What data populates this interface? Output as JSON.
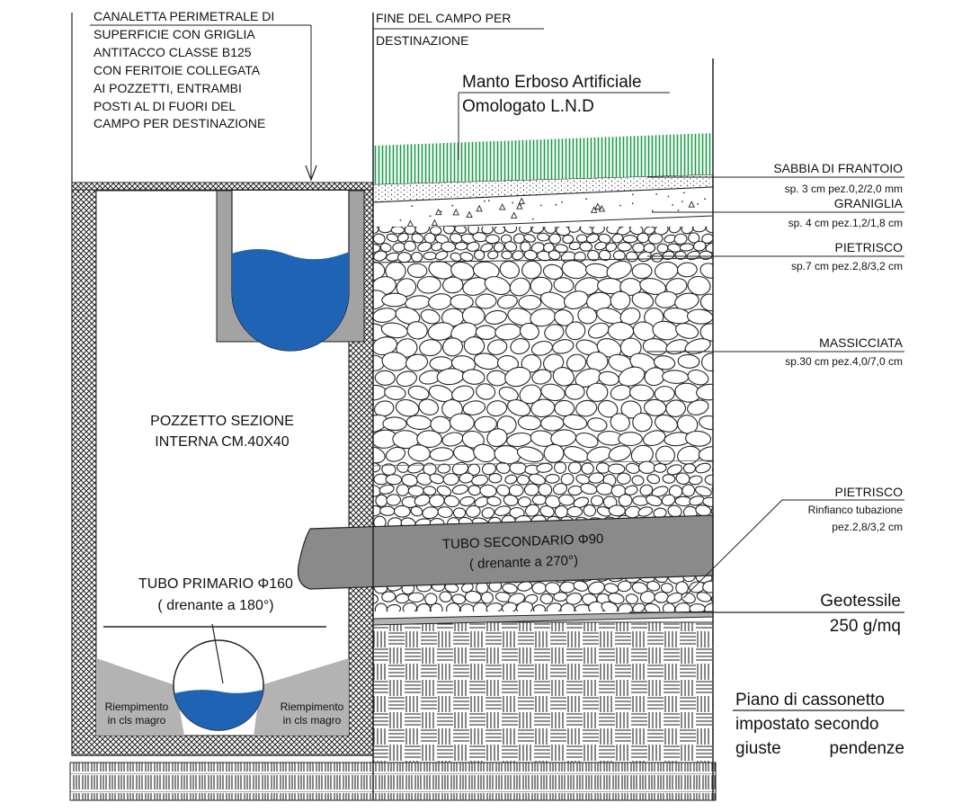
{
  "canaletta": {
    "lines": [
      "CANALETTA PERIMETRALE  DI",
      "SUPERFICIE CON GRIGLIA",
      "ANTITACCO  CLASSE  B125",
      "CON  FERITOIE COLLEGATA",
      "AI POZZETTI, ENTRAMBI",
      "POSTI AL DI FUORI DEL",
      "CAMPO PER DESTINAZIONE"
    ]
  },
  "fine_campo": {
    "lines": [
      "FINE DEL CAMPO PER",
      "DESTINAZIONE"
    ]
  },
  "manto": {
    "line1": "Manto Erboso Artificiale",
    "line2": "Omologato L.N.D"
  },
  "pozzetto": {
    "line1": "POZZETTO SEZIONE",
    "line2": "INTERNA CM.40X40"
  },
  "tubo_primario": {
    "line1": "TUBO PRIMARIO   Φ160",
    "line2": "( drenante a 180°)"
  },
  "tubo_secondario": {
    "line1": "TUBO SECONDARIO   Φ90",
    "line2": "( drenante a 270°)"
  },
  "riempimento": {
    "left": [
      "Riempimento",
      "in cls magro"
    ],
    "right": [
      "Riempimento",
      "in cls magro"
    ]
  },
  "layers": {
    "sabbia": {
      "title": "SABBIA DI  FRANTOIO",
      "spec": "sp. 3 cm pez.0,2/2,0 mm"
    },
    "graniglia": {
      "title": "GRANIGLIA",
      "spec": "sp. 4 cm pez.1,2/1,8 cm"
    },
    "pietrisco": {
      "title": "PIETRISCO",
      "spec": "sp.7 cm pez.2,8/3,2 cm"
    },
    "massicciata": {
      "title": "MASSICCIATA",
      "spec": "sp.30 cm pez.4,0/7,0 cm"
    },
    "pietrisco2": {
      "title": "PIETRISCO",
      "spec1": "Rinfianco tubazione",
      "spec2": "pez.2,8/3,2 cm"
    },
    "geotessile": {
      "line1": "Geotessile",
      "line2": "250 g/mq"
    },
    "piano": {
      "line1": "Piano di cassonetto",
      "line2": "impostato secondo",
      "line3a": "giuste",
      "line3b": "pendenze"
    }
  },
  "colors": {
    "water": "#1f64b4",
    "turf": "#1a9b47",
    "concrete": "#b3b3b3",
    "pipe": "#8a8a8a",
    "channel": "#a3a3a3"
  }
}
